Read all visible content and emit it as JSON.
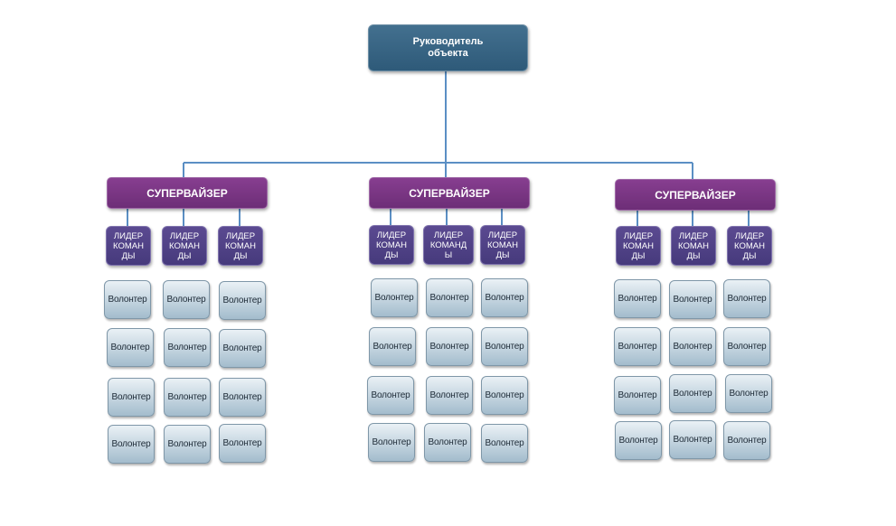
{
  "head": {
    "label_line1": "Руководитель",
    "label_line2": "объекта"
  },
  "groups": [
    {
      "supervisor": "СУПЕРВАЙЗЕР",
      "leaders": [
        [
          "ЛИДЕР",
          "КОМАН",
          "ДЫ"
        ],
        [
          "ЛИДЕР",
          "КОМАН",
          "ДЫ"
        ],
        [
          "ЛИДЕР",
          "КОМАН",
          "ДЫ"
        ]
      ],
      "volunteers": [
        [
          "Волонтер",
          "Волонтер",
          "Волонтер"
        ],
        [
          "Волонтер",
          "Волонтер",
          "Волонтер"
        ],
        [
          "Волонтер",
          "Волонтер",
          "Волонтер"
        ],
        [
          "Волонтер",
          "Волонтер",
          "Волонтер"
        ]
      ]
    },
    {
      "supervisor": "СУПЕРВАЙЗЕР",
      "leaders": [
        [
          "ЛИДЕР",
          "КОМАН",
          "ДЫ"
        ],
        [
          "ЛИДЕР",
          "КОМАНД",
          "Ы"
        ],
        [
          "ЛИДЕР",
          "КОМАН",
          "ДЫ"
        ]
      ],
      "volunteers": [
        [
          "Волонтер",
          "Волонтер",
          "Волонтер"
        ],
        [
          "Волонтер",
          "Волонтер",
          "Волонтер"
        ],
        [
          "Волонтер",
          "Волонтер",
          "Волонтер"
        ],
        [
          "Волонтер",
          "Волонтер",
          "Волонтер"
        ]
      ]
    },
    {
      "supervisor": "СУПЕРВАЙЗЕР",
      "leaders": [
        [
          "ЛИДЕР",
          "КОМАН",
          "ДЫ"
        ],
        [
          "ЛИДЕР",
          "КОМАН",
          "ДЫ"
        ],
        [
          "ЛИДЕР",
          "КОМАН",
          "ДЫ"
        ]
      ],
      "volunteers": [
        [
          "Волонтер",
          "Волонтер",
          "Волонтер"
        ],
        [
          "Волонтер",
          "Волонтер",
          "Волонтер"
        ],
        [
          "Волонтер",
          "Волонтер",
          "Волонтер"
        ],
        [
          "Волонтер",
          "Волонтер",
          "Волонтер"
        ]
      ]
    }
  ]
}
